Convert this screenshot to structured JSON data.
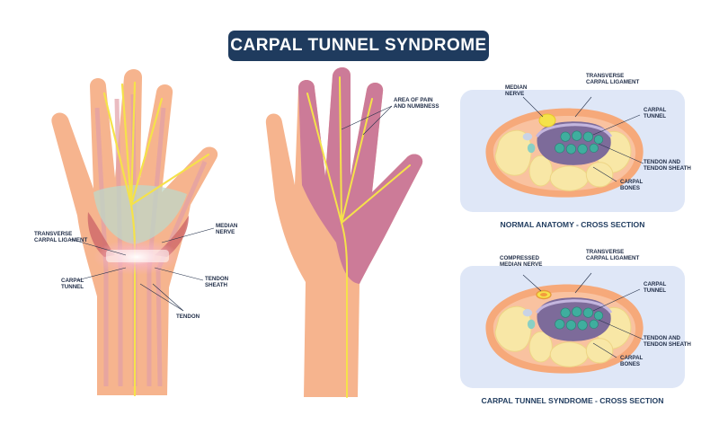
{
  "title": "CARPAL TUNNEL SYNDROME",
  "colors": {
    "title_bg": "#1f3b5e",
    "skin": "#f6b48e",
    "nerve": "#f5e24a",
    "numb_area": "#cc7b98",
    "panel_bg": "#dfe7f7",
    "bone": "#f8e7a6",
    "tunnel": "#7d6b9a",
    "tendon": "#3fae9e"
  },
  "hand_front": {
    "labels": {
      "ligament": [
        "TRANSVERSE",
        "CARPAL LIGAMENT"
      ],
      "median": [
        "MEDIAN",
        "NERVE"
      ],
      "tunnel": [
        "CARPAL",
        "TUNNEL"
      ],
      "sheath": [
        "TENDON",
        "SHEATH"
      ],
      "tendon": [
        "TENDON"
      ]
    }
  },
  "hand_back": {
    "labels": {
      "pain": [
        "AREA OF PAIN",
        "AND NUMBNESS"
      ]
    }
  },
  "normal": {
    "caption": "NORMAL ANATOMY - CROSS SECTION",
    "labels": {
      "nerve": [
        "MEDIAN",
        "NERVE"
      ],
      "ligament": [
        "TRANSVERSE",
        "CARPAL LIGAMENT"
      ],
      "tunnel": [
        "CARPAL",
        "TUNNEL"
      ],
      "tendon": [
        "TENDON AND",
        "TENDON SHEATH"
      ],
      "bones": [
        "CARPAL",
        "BONES"
      ]
    }
  },
  "syndrome": {
    "caption": "CARPAL TUNNEL SYNDROME - CROSS SECTION",
    "labels": {
      "nerve": [
        "COMPRESSED",
        "MEDIAN NERVE"
      ],
      "ligament": [
        "TRANSVERSE",
        "CARPAL LIGAMENT"
      ],
      "tunnel": [
        "CARPAL",
        "TUNNEL"
      ],
      "tendon": [
        "TENDON AND",
        "TENDON SHEATH"
      ],
      "bones": [
        "CARPAL",
        "BONES"
      ]
    }
  }
}
